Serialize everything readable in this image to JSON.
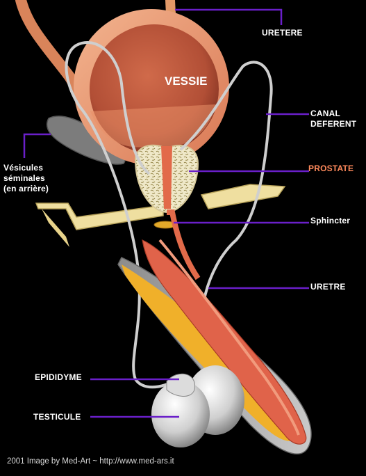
{
  "title": "VESSIE",
  "labels": {
    "uretere": "URETERE",
    "canal_deferent": "CANAL\nDEFERENT",
    "vesicules": "Vésicules\nséminales\n(en arrière)",
    "prostate": "PROSTATE",
    "sphincter": "Sphincter",
    "uretre": "URETRE",
    "epididyme": "EPIDIDYME",
    "testicule": "TESTICULE"
  },
  "credit": "2001 Image by Med-Art ~ http://www.med-ars.it",
  "colors": {
    "background": "#000000",
    "leader_line": "#6a1fc9",
    "label_text": "#ffffff",
    "prostate_label": "#ff8a5c",
    "bladder": "#d9714f",
    "bladder_inner": "#b9533a",
    "prostate_tissue": "#efe8c8",
    "urethra": "#e0634a",
    "erectile_yellow": "#f0b02a",
    "ductus": "#d0d0d0",
    "testis": "#d6d6d6",
    "seminal_vesicle": "#8a8a8a",
    "pelvic_floor": "#efdfa0"
  }
}
